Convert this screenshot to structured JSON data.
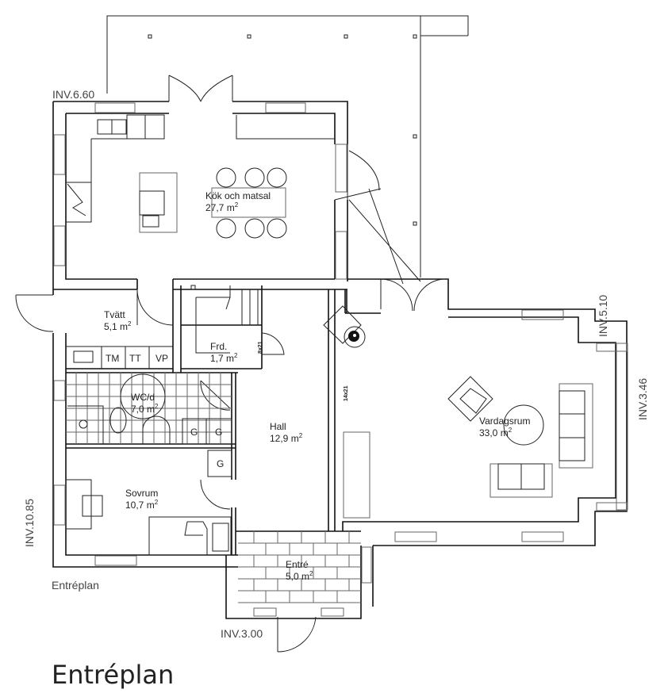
{
  "plan": {
    "title": "Entréplan",
    "plan_label": "Entréplan",
    "levels": [
      "INV.6.60",
      "INV.5.10",
      "INV.3.46",
      "INV.10.85",
      "INV.3.00"
    ],
    "rooms": [
      {
        "name": "Kök och matsal",
        "area": "27,7 m",
        "sup": "2"
      },
      {
        "name": "Tvätt",
        "area": "5,1 m",
        "sup": "2"
      },
      {
        "name": "Frd.",
        "area": "1,7 m",
        "sup": "2"
      },
      {
        "name": "WC/d",
        "area": "7,0 m",
        "sup": "2"
      },
      {
        "name": "Hall",
        "area": "12,9 m",
        "sup": "2"
      },
      {
        "name": "Sovrum",
        "area": "10,7 m",
        "sup": "2"
      },
      {
        "name": "Entré",
        "area": "5,0 m",
        "sup": "2"
      },
      {
        "name": "Vardagsrum",
        "area": "33,0 m",
        "sup": "2"
      }
    ],
    "appliances": [
      "TM",
      "TT",
      "VP",
      "G",
      "G",
      "G"
    ],
    "door_marks": [
      "8x21",
      "14x21"
    ]
  }
}
